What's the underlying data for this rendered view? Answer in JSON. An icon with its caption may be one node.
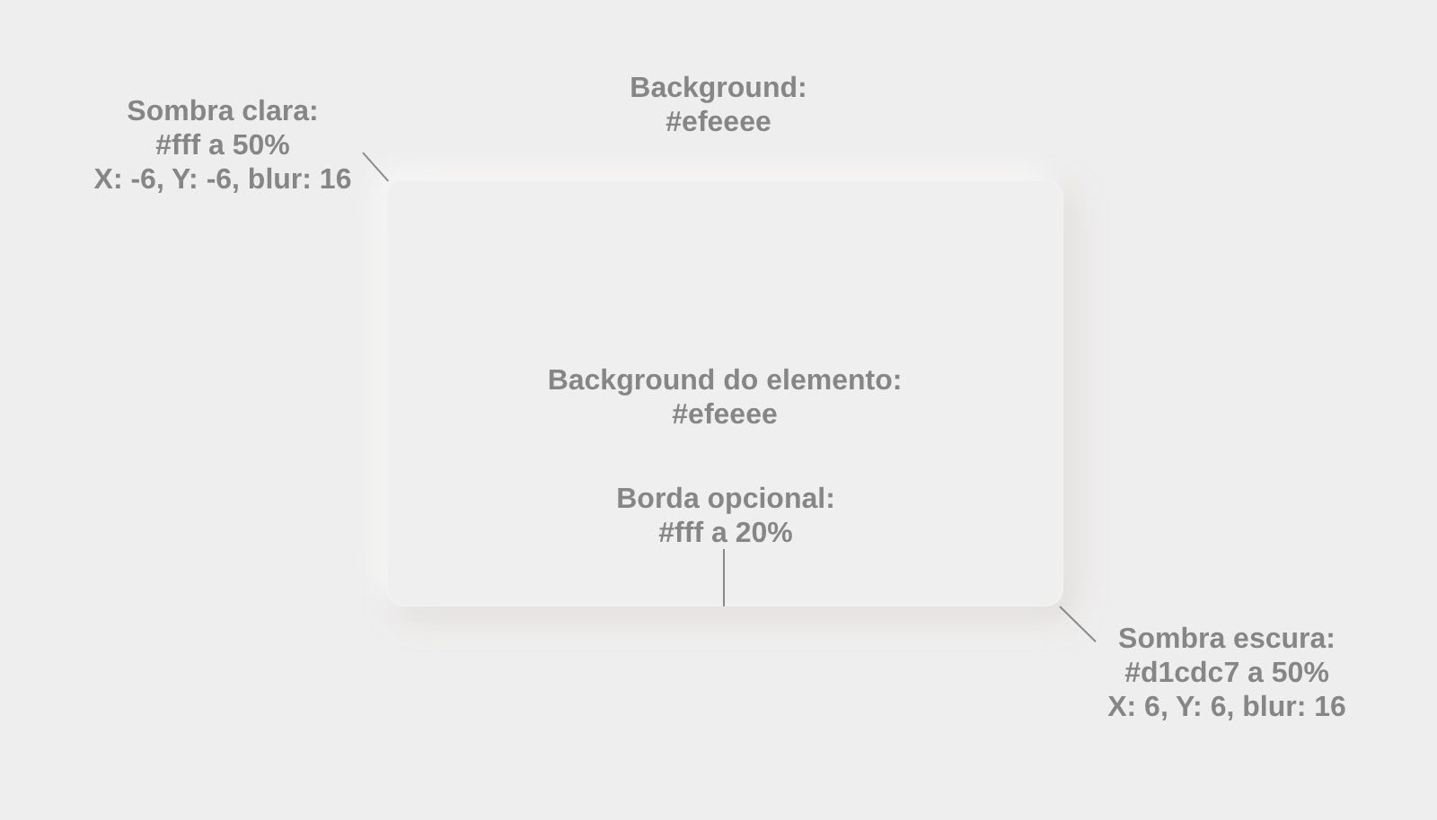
{
  "diagram": {
    "nodes": [
      {
        "text": [
          "Sombra clara:",
          "#fff a 50%",
          "X: -6, Y: -6, blur: 16"
        ]
      },
      {
        "text": [
          "Background do elemento: #efeeee"
        ]
      },
      {
        "text": [
          "Borda opcional: #fff a 20%"
        ],
        "in": 1
      },
      {
        "text": [
          "Sombra escura:",
          "#d1cdc7 a 50%",
          "X: 6, Y: 6, blur: 16"
        ]
      }
    ],
    "edges": [
      {
        "from": 0,
        "to": 1,
        "arrow": "none"
      },
      {
        "from": 2,
        "to": 1,
        "arrow": "none"
      },
      {
        "from": 3,
        "to": 1,
        "arrow": "none"
      }
    ],
    "labels": [
      "Background: #efeeee"
    ]
  }
}
